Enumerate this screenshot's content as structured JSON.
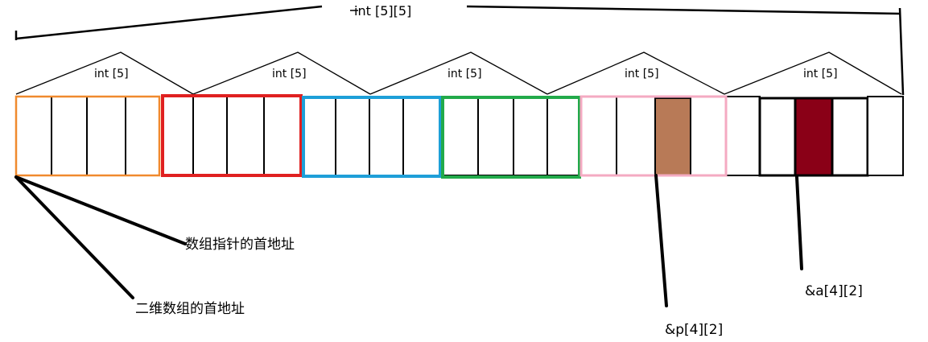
{
  "diagram": {
    "top_label": "int [5][5]",
    "sub_labels": [
      "int [5]",
      "int [5]",
      "int [5]",
      "int [5]",
      "int [5]"
    ],
    "annotations": {
      "array_pointer_start": "数组指针的首地址",
      "two_d_array_start": "二维数组的首地址",
      "p_4_2": "&p[4][2]",
      "a_4_2": "&a[4][2]"
    },
    "colors": {
      "group_borders": [
        "#f08a2e",
        "#e02020",
        "#1e9fd8",
        "#22aa4a",
        "#f4aac2"
      ],
      "highlight_p": "#b87a57",
      "highlight_a": "#8a0017"
    }
  }
}
